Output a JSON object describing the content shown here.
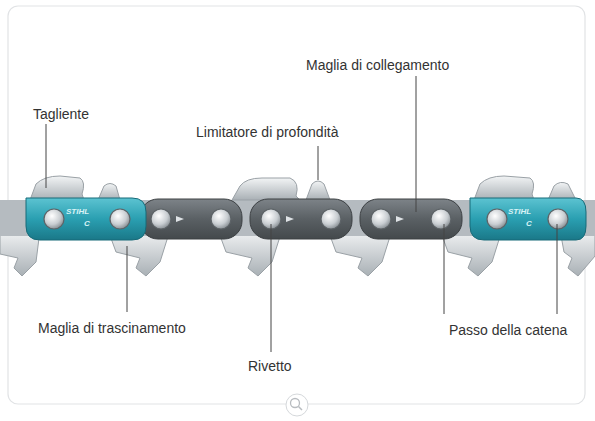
{
  "diagram": {
    "labels": [
      "Tagliente",
      "Maglia di collegamento",
      "Limitatore di profondità",
      "Maglia di trascinamento",
      "Rivetto",
      "Passo della catena",
      "STIHL",
      "C",
      "STIHL",
      "C"
    ]
  }
}
